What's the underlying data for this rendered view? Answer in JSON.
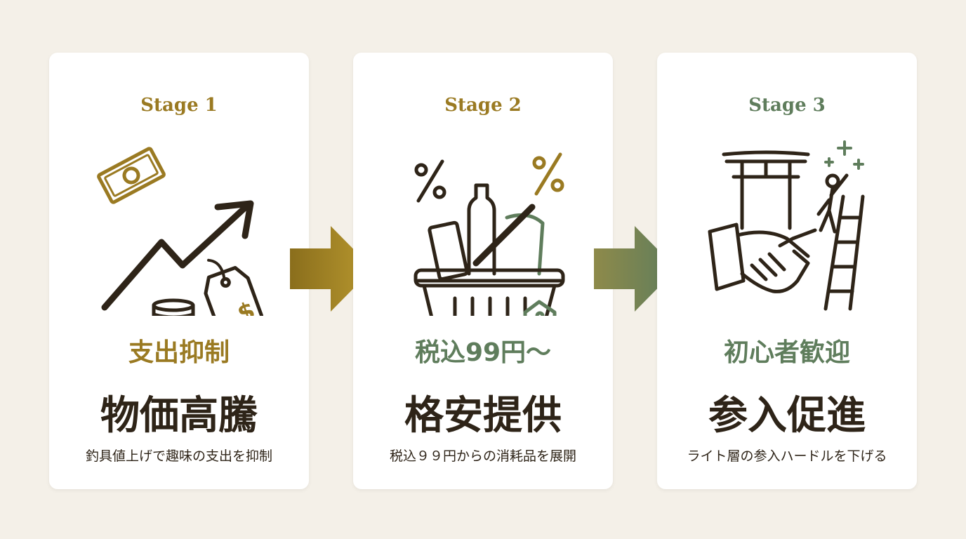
{
  "colors": {
    "background": "#f4f0e8",
    "gold": "#9a7a22",
    "green": "#5f7d5c",
    "dark": "#2e2418"
  },
  "stages": [
    {
      "label": "Stage 1",
      "icon": "rising-cost-icon",
      "sub": "支出抑制",
      "main": "物価高騰",
      "desc": "釣具値上げで趣味の支出を抑制"
    },
    {
      "label": "Stage 2",
      "icon": "discount-basket-icon",
      "sub": "税込99円～",
      "main": "格安提供",
      "desc": "税込９９円からの消耗品を展開"
    },
    {
      "label": "Stage 3",
      "icon": "welcome-beginners-icon",
      "sub": "初心者歓迎",
      "main": "参入促進",
      "desc": "ライト層の参入ハードルを下げる"
    }
  ]
}
